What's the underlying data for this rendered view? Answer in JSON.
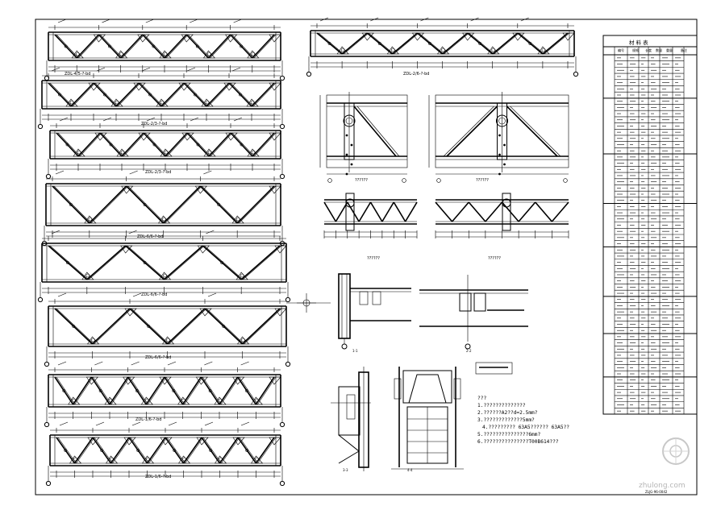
{
  "drawing": {
    "truss_labels": [
      "ZDL-4/5-?-bd",
      "ZDL-2/3-?-bd",
      "ZDL-2/3-?-bd",
      "ZDL-6/6-?-bd",
      "ZDL-6/6-?-bd",
      "ZDL-6/6-?-bd",
      "ZDL-1/6-?-bd",
      "ZDL-1/6-?-bd",
      "ZDL-2/6-?-bd"
    ],
    "detail_captions": [
      "??????",
      "??????",
      "??????",
      "??????"
    ],
    "section_marks": [
      "1-1",
      "2-2",
      "3-3",
      "4-4"
    ],
    "notes": [
      "???",
      "1.??????????????",
      "2.??????A2??d=2.5mm?",
      "3.?????????????5mm?",
      "4.????????? 63A5?????? 63A5??",
      "5.???????????????6mm?",
      "6.???????????????T00B614???"
    ],
    "table": {
      "title": "材 料 表",
      "headers": [
        "编号",
        "规格",
        "长度",
        "数量",
        "重量",
        "备注"
      ]
    },
    "watermark": "zhulong.com",
    "sheet_no": "ZLJG-96-0042"
  }
}
